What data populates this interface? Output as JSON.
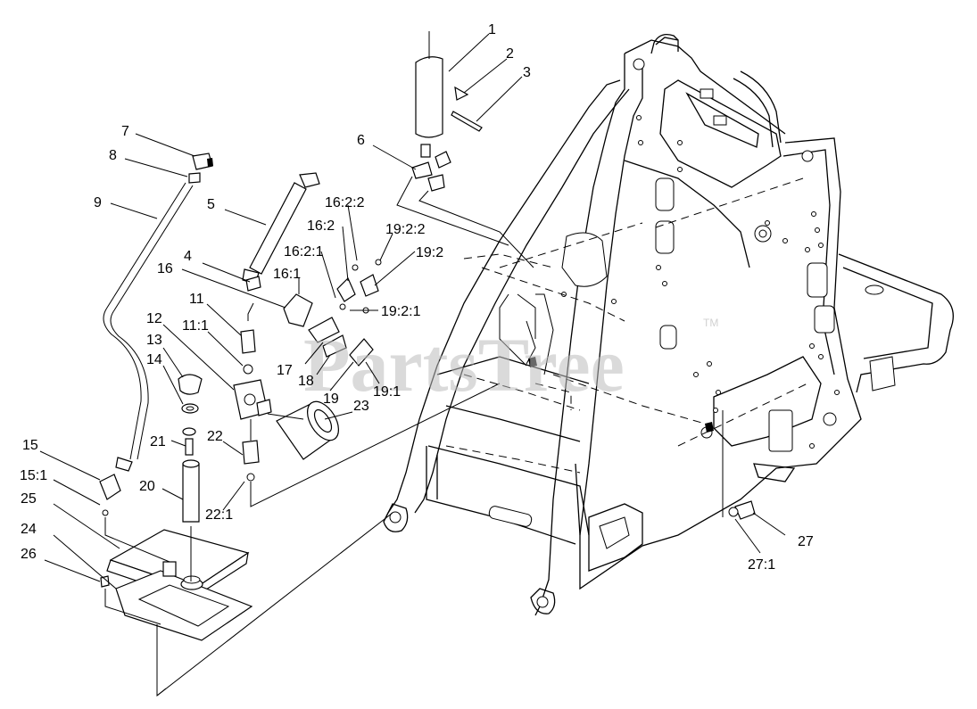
{
  "diagram": {
    "watermark": "PartsTree",
    "watermark_mark": "TM",
    "callouts": [
      {
        "id": "c1",
        "label": "1"
      },
      {
        "id": "c2",
        "label": "2"
      },
      {
        "id": "c3",
        "label": "3"
      },
      {
        "id": "c4",
        "label": "4"
      },
      {
        "id": "c5",
        "label": "5"
      },
      {
        "id": "c6",
        "label": "6"
      },
      {
        "id": "c7",
        "label": "7"
      },
      {
        "id": "c8",
        "label": "8"
      },
      {
        "id": "c9",
        "label": "9"
      },
      {
        "id": "c11",
        "label": "11"
      },
      {
        "id": "c11_1",
        "label": "11:1"
      },
      {
        "id": "c12",
        "label": "12"
      },
      {
        "id": "c13",
        "label": "13"
      },
      {
        "id": "c14",
        "label": "14"
      },
      {
        "id": "c15",
        "label": "15"
      },
      {
        "id": "c15_1",
        "label": "15:1"
      },
      {
        "id": "c16",
        "label": "16"
      },
      {
        "id": "c16_1",
        "label": "16:1"
      },
      {
        "id": "c16_2",
        "label": "16:2"
      },
      {
        "id": "c16_2_1",
        "label": "16:2:1"
      },
      {
        "id": "c16_2_2",
        "label": "16:2:2"
      },
      {
        "id": "c17",
        "label": "17"
      },
      {
        "id": "c18",
        "label": "18"
      },
      {
        "id": "c19",
        "label": "19"
      },
      {
        "id": "c19_1",
        "label": "19:1"
      },
      {
        "id": "c19_2",
        "label": "19:2"
      },
      {
        "id": "c19_2_1",
        "label": "19:2:1"
      },
      {
        "id": "c19_2_2",
        "label": "19:2:2"
      },
      {
        "id": "c20",
        "label": "20"
      },
      {
        "id": "c21",
        "label": "21"
      },
      {
        "id": "c22",
        "label": "22"
      },
      {
        "id": "c22_1",
        "label": "22:1"
      },
      {
        "id": "c23",
        "label": "23"
      },
      {
        "id": "c24",
        "label": "24"
      },
      {
        "id": "c25",
        "label": "25"
      },
      {
        "id": "c26",
        "label": "26"
      },
      {
        "id": "c27",
        "label": "27"
      },
      {
        "id": "c27_1",
        "label": "27:1"
      }
    ]
  }
}
